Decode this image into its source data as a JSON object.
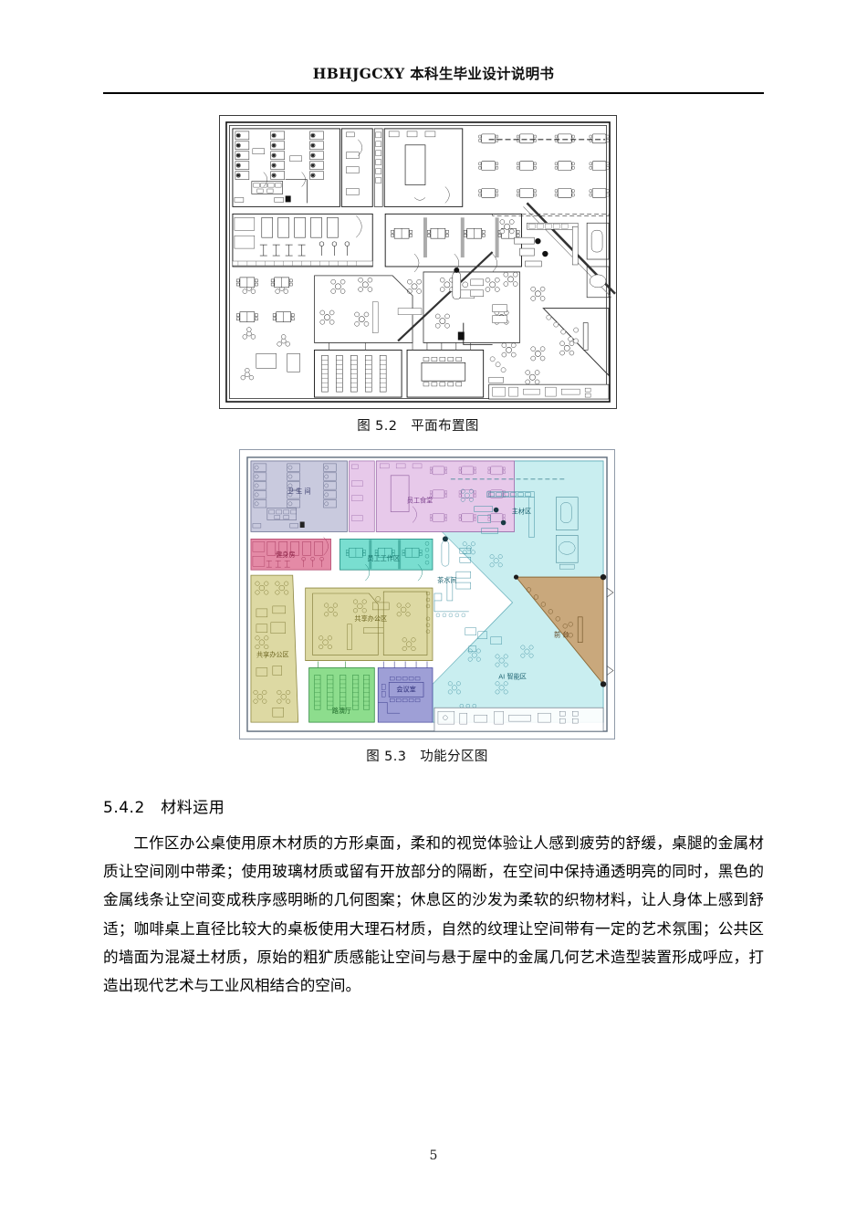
{
  "header": {
    "title": "HBHJGCXY 本科生毕业设计说明书"
  },
  "figures": [
    {
      "id": "fig-5-2",
      "caption": "图 5.2　平面布置图",
      "kind": "cad-floor-plan",
      "description": "办公空间平面布置图（黑白CAD线稿，含家具布置）"
    },
    {
      "id": "fig-5-3",
      "caption": "图 5.3　功能分区图",
      "kind": "color-zoning-plan",
      "description": "办公空间功能分区彩色平面图",
      "zones": [
        {
          "label": "卫 生 间",
          "color": "#c9cade",
          "text_color": "#3b3e6e"
        },
        {
          "label": "员工食堂",
          "color": "#e7c9ea",
          "text_color": "#7a3f8c"
        },
        {
          "label": "健身房",
          "color": "#e48aa6",
          "text_color": "#8c2346"
        },
        {
          "label": "员工工作区",
          "color": "#79ded0",
          "text_color": "#16736a"
        },
        {
          "label": "共享办公区",
          "color": "#ddd9a3",
          "text_color": "#6c6520"
        },
        {
          "label": "共享办公区",
          "color": "#ddd9a3",
          "text_color": "#6c6520"
        },
        {
          "label": "路演厅",
          "color": "#8ddd8d",
          "text_color": "#1f6b2a"
        },
        {
          "label": "会议室",
          "color": "#9e9fd6",
          "text_color": "#2e2f7a"
        },
        {
          "label": "主材区",
          "color": "#c9eef0",
          "text_color": "#1c6270"
        },
        {
          "label": "茶水间",
          "color": "#d7ecdf",
          "text_color": "#1c6270"
        },
        {
          "label": "AI 智能区",
          "color": "#c9eef0",
          "text_color": "#1c6270"
        },
        {
          "label": "前 台",
          "color": "#c9a87c",
          "text_color": "#5a3a14"
        }
      ]
    }
  ],
  "section": {
    "number": "5.4.2",
    "title": "材料运用",
    "heading_line": "5.4.2　材料运用"
  },
  "body": {
    "paragraph": "工作区办公桌使用原木材质的方形桌面，柔和的视觉体验让人感到疲劳的舒缓，桌腿的金属材质让空间刚中带柔；使用玻璃材质或留有开放部分的隔断，在空间中保持通透明亮的同时，黑色的金属线条让空间变成秩序感明晰的几何图案；休息区的沙发为柔软的织物材料，让人身体上感到舒适；咖啡桌上直径比较大的桌板使用大理石材质，自然的纹理让空间带有一定的艺术氛围；公共区的墙面为混凝土材质，原始的粗犷质感能让空间与悬于屋中的金属几何艺术造型装置形成呼应，打造出现代艺术与工业风相结合的空间。"
  },
  "footer": {
    "page_number": "5"
  }
}
